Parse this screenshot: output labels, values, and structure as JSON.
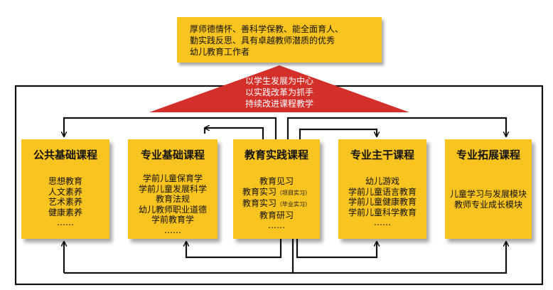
{
  "goal": {
    "lines": [
      "厚师德情怀、善科学保教、能全面育人、",
      "勤实践反思、具有卓越教师潜质的优秀",
      "幼儿教育工作者"
    ]
  },
  "roof": {
    "lines": [
      "以学生发展为中心",
      "以实践改革为抓手",
      "持续改进课程教学"
    ]
  },
  "modules": [
    {
      "title": "公共基础课程",
      "items": [
        {
          "text": "思想教育"
        },
        {
          "text": "人文素养"
        },
        {
          "text": "艺术素养"
        },
        {
          "text": "健康素养"
        },
        {
          "text": "……"
        }
      ]
    },
    {
      "title": "专业基础课程",
      "items": [
        {
          "text": "学前儿童保育学"
        },
        {
          "text": "学前儿童发展科学"
        },
        {
          "text": "教育法规"
        },
        {
          "text": "幼儿教师职业道德"
        },
        {
          "text": "学前教育学"
        },
        {
          "text": "……"
        }
      ]
    },
    {
      "title": "教育实践课程",
      "items": [
        {
          "text": "教育见习"
        },
        {
          "text": "教育实习",
          "note": "（项目实习）"
        },
        {
          "text": "教育实习",
          "note": "（毕业实习）"
        },
        {
          "text": "教育研习"
        },
        {
          "text": "……"
        }
      ]
    },
    {
      "title": "专业主干课程",
      "items": [
        {
          "text": "幼儿游戏"
        },
        {
          "text": "学前儿童语言教育"
        },
        {
          "text": "学前儿童健康教育"
        },
        {
          "text": "学前儿童科学教育"
        },
        {
          "text": "……"
        }
      ]
    },
    {
      "title": "专业拓展课程",
      "items": [
        {
          "text": "儿童学习与发展模块"
        },
        {
          "text": "教师专业成长模块"
        }
      ]
    }
  ],
  "colors": {
    "box_fill": "#f9c320",
    "roof_fill": "#d32f2b",
    "roof_text": "#ffffff",
    "line": "#111111"
  }
}
